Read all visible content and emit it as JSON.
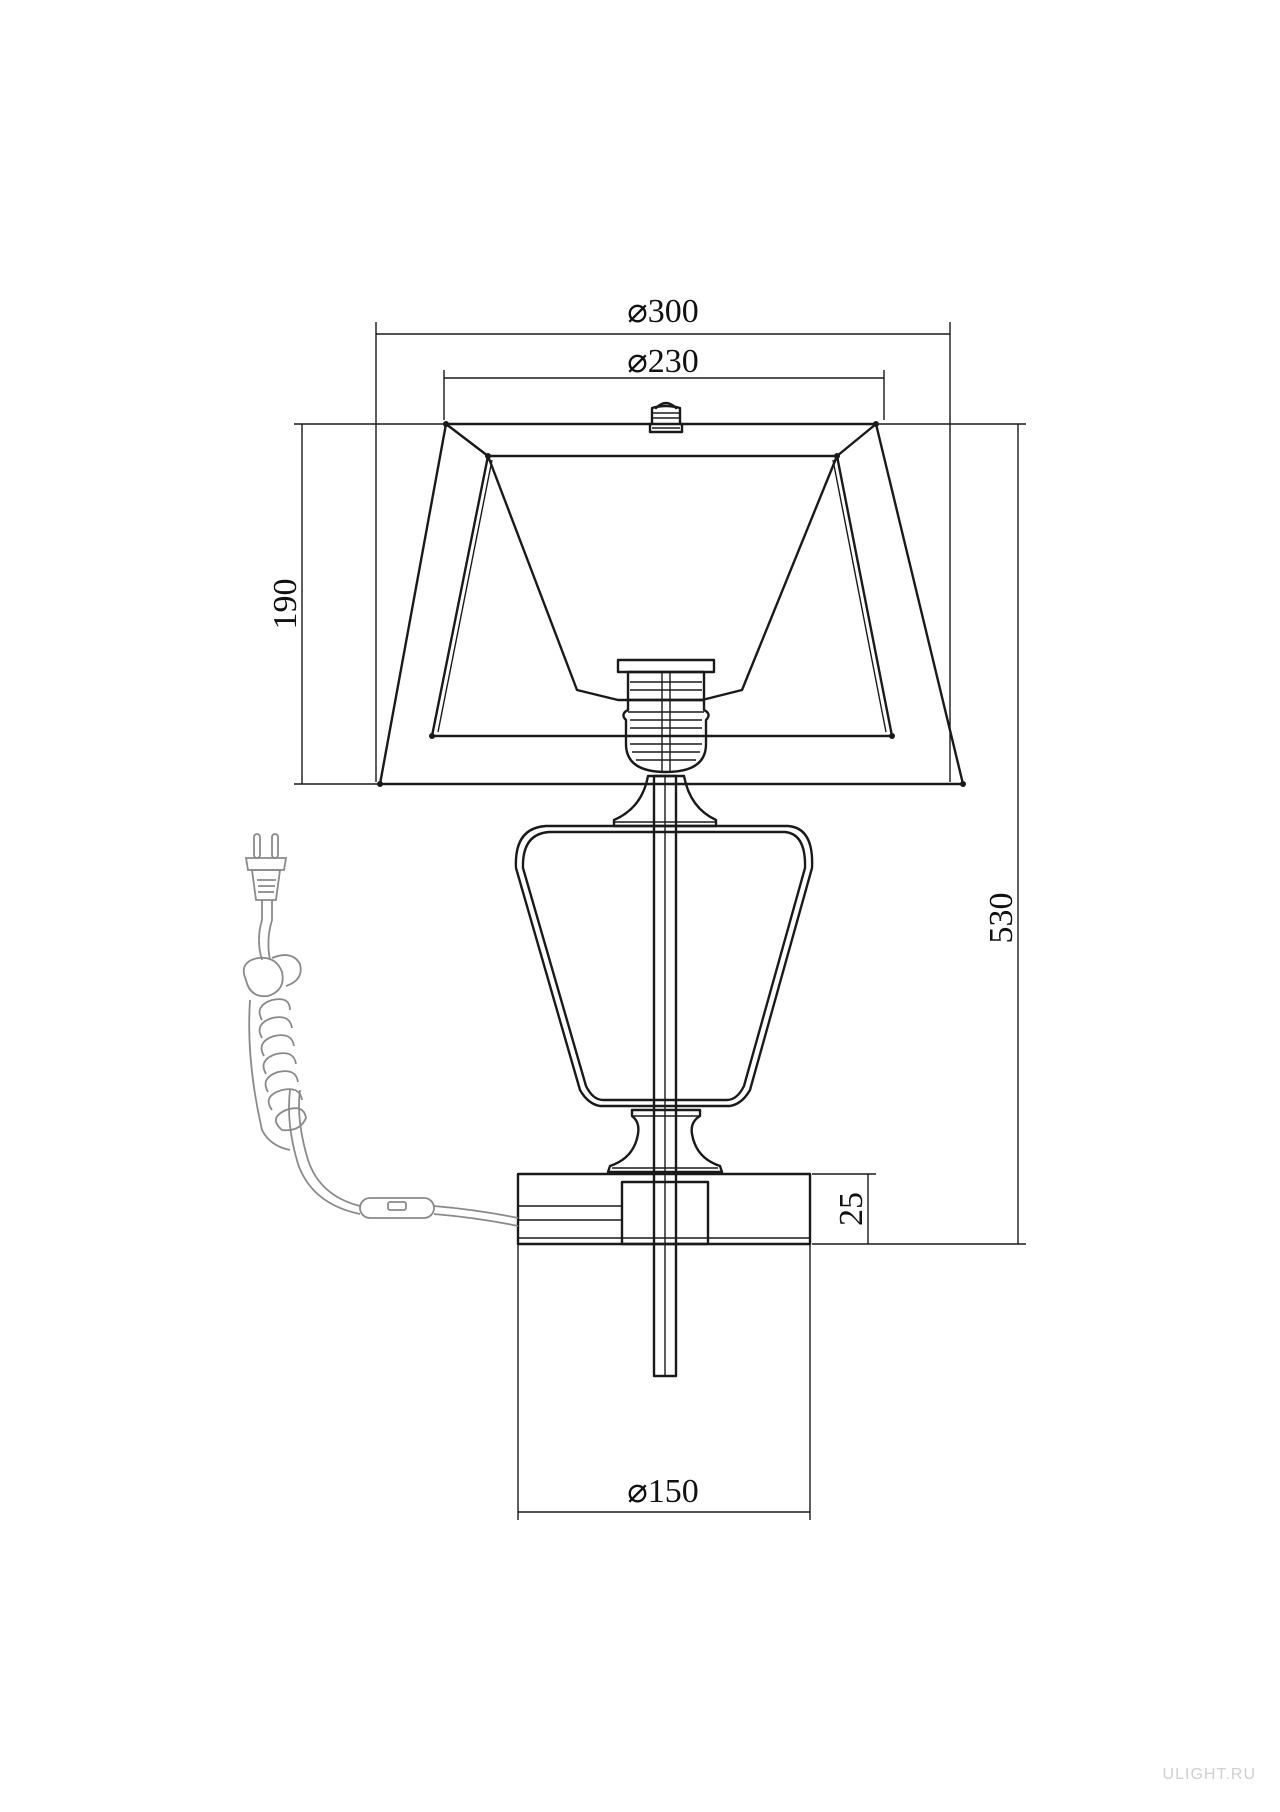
{
  "dimensions": {
    "shade_top_diameter": "⌀300",
    "shade_bottom_diameter": "⌀230",
    "shade_height": "190",
    "total_height": "530",
    "base_height": "25",
    "base_diameter": "⌀150"
  },
  "watermark": "ULIGHT.RU"
}
